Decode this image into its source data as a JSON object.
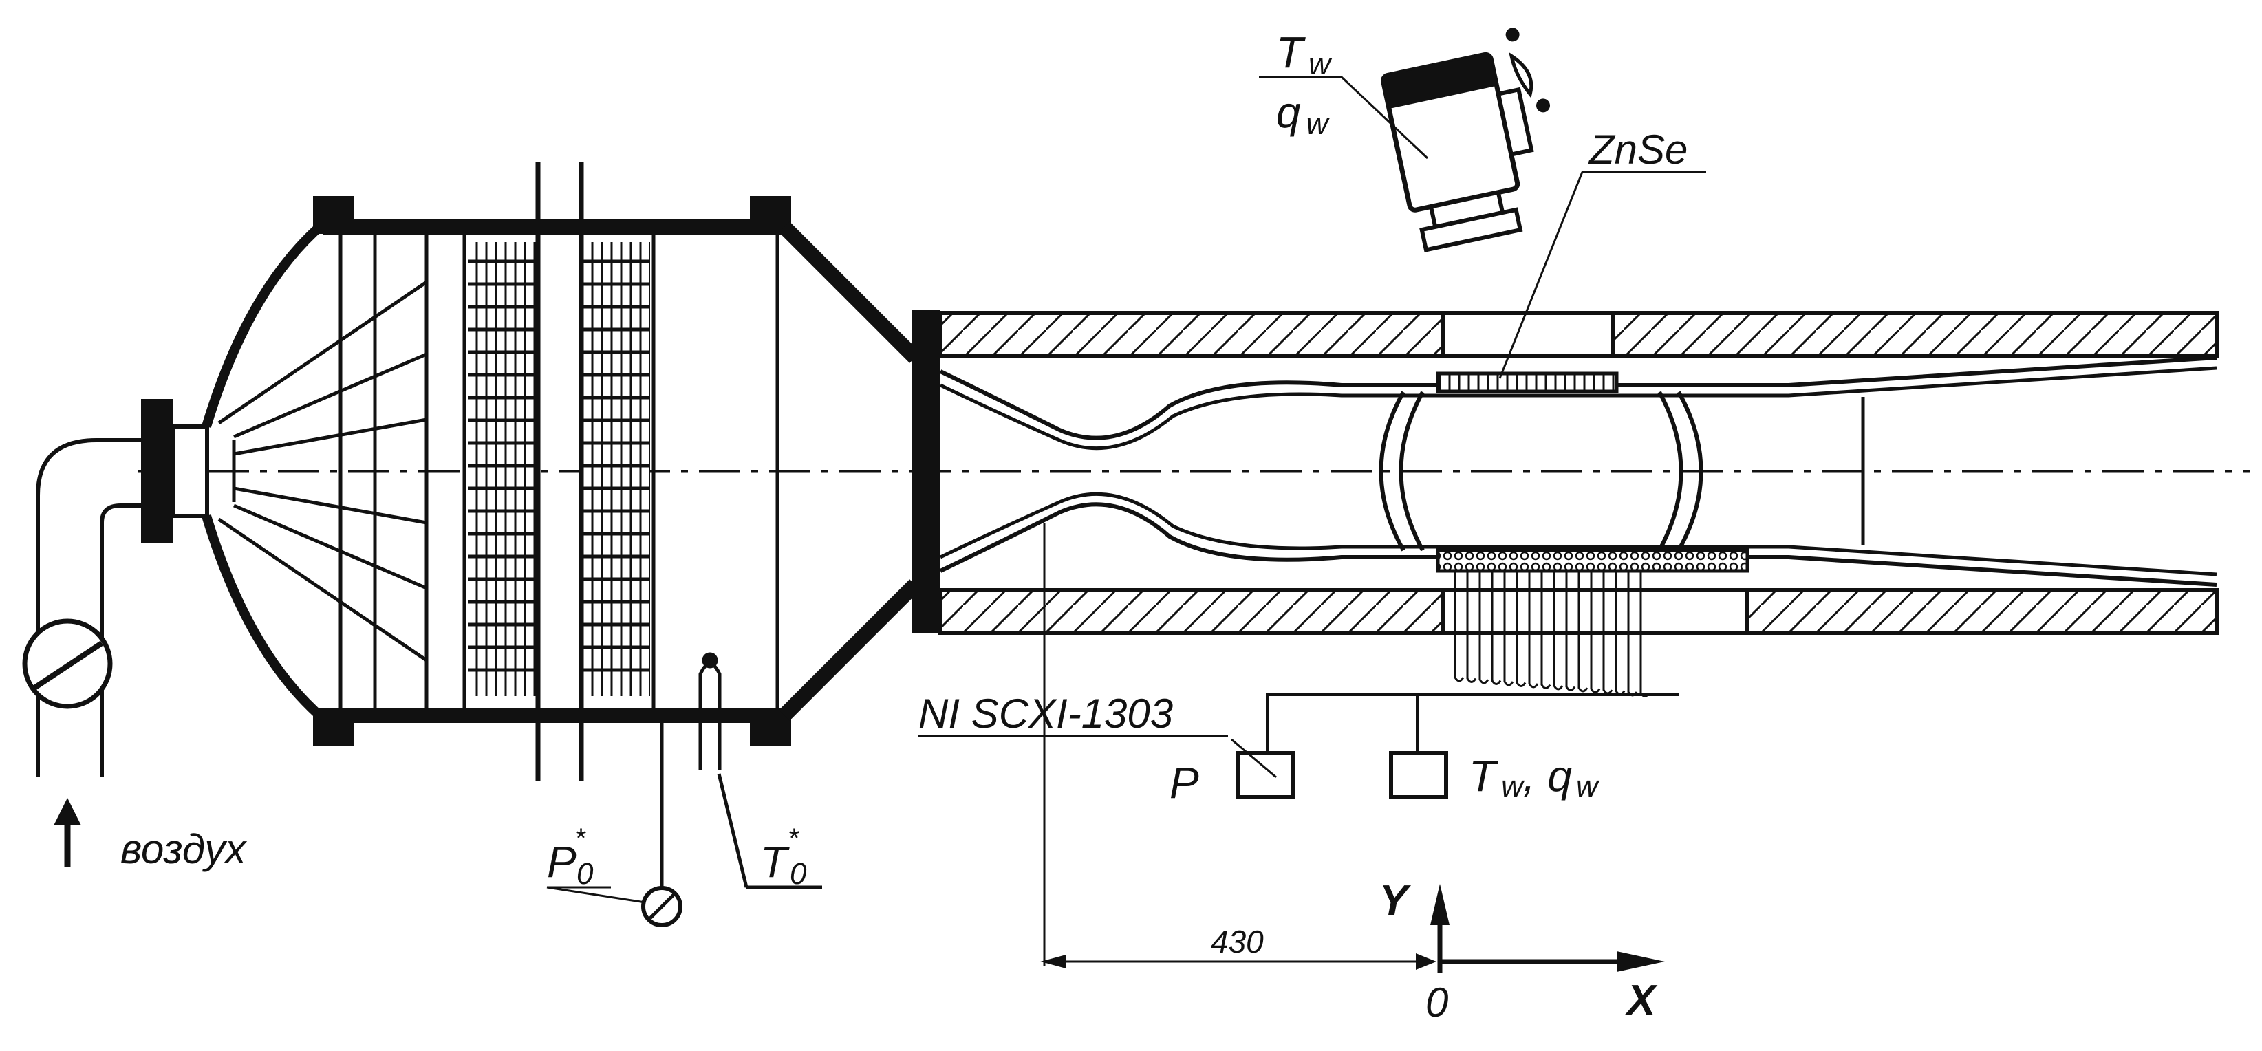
{
  "labels": {
    "tw_top": "T",
    "tw_top_sub": "w",
    "qw_top": "q",
    "qw_top_sub": "w",
    "znse": "ZnSe",
    "ni": "NI SCXI-1303",
    "p": "P",
    "tw_qw_box": "T",
    "tw_qw_box_sub1": "w",
    "tw_qw_box_mid": ", q",
    "tw_qw_box_sub2": "w",
    "air": "воздух",
    "p0": "P",
    "p0_sup": "*",
    "p0_sub": "0",
    "t0": "T",
    "t0_sup": "*",
    "t0_sub": "0",
    "dim": "430",
    "axis_y": "Y",
    "axis_x": "X",
    "origin": "0"
  }
}
